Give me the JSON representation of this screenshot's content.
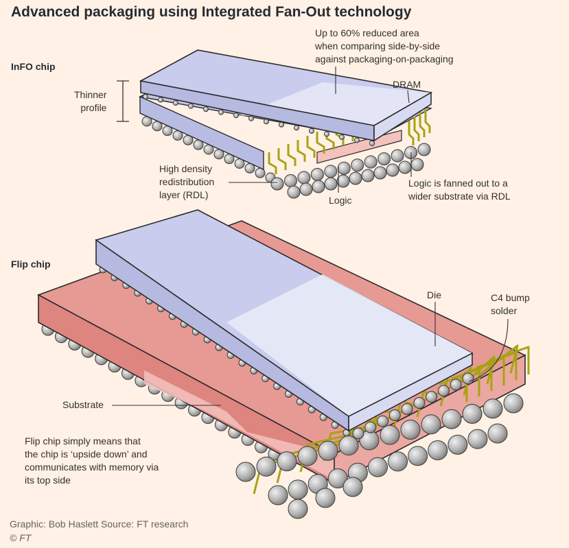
{
  "title": "Advanced packaging using Integrated Fan-Out technology",
  "info_chip": {
    "heading": "InFO chip",
    "thinner_profile": [
      "Thinner",
      "profile"
    ],
    "reduced_area": [
      "Up to 60% reduced area",
      "when comparing side-by-side",
      "against packaging-on-packaging"
    ],
    "dram": "DRAM",
    "rdl": [
      "High density",
      "redistribution",
      "layer (RDL)"
    ],
    "logic": "Logic",
    "fanned_out": [
      "Logic is fanned out to a",
      "wider substrate via RDL"
    ]
  },
  "flip_chip": {
    "heading": "Flip chip",
    "die": "Die",
    "c4": [
      "C4 bump",
      "solder"
    ],
    "substrate": "Substrate",
    "note": [
      "Flip chip simply means that",
      "the chip is ‘upside down’ and",
      "communicates with memory via",
      "its top side"
    ]
  },
  "footer": {
    "credit": "Graphic: Bob Haslett   Source: FT research",
    "copyright": "© FT"
  },
  "colors": {
    "background": "#fff1e5",
    "die": "#c9ccec",
    "die_light": "#e6e8f7",
    "substrate": "#e8908c",
    "substrate_light": "#f3c2bc",
    "wire": "#a7a314",
    "bump": "#b4b4b4"
  }
}
